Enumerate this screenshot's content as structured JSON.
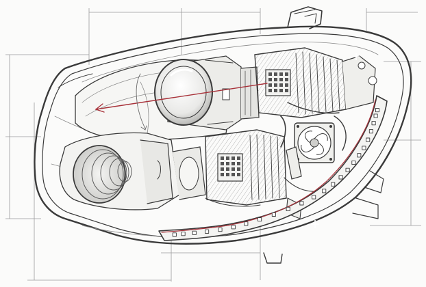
{
  "scene": {
    "subject": "headlamp-assembly",
    "style": "pencil-technical-sketch",
    "colors": {
      "paper": "#fbfbfa",
      "graphite": "#3a3a3a",
      "graphite_light": "#8a8a8a",
      "guide_line": "#9a9a9a",
      "accent_red": "#a8323a"
    },
    "led_strip": {
      "led_count": 24
    }
  }
}
